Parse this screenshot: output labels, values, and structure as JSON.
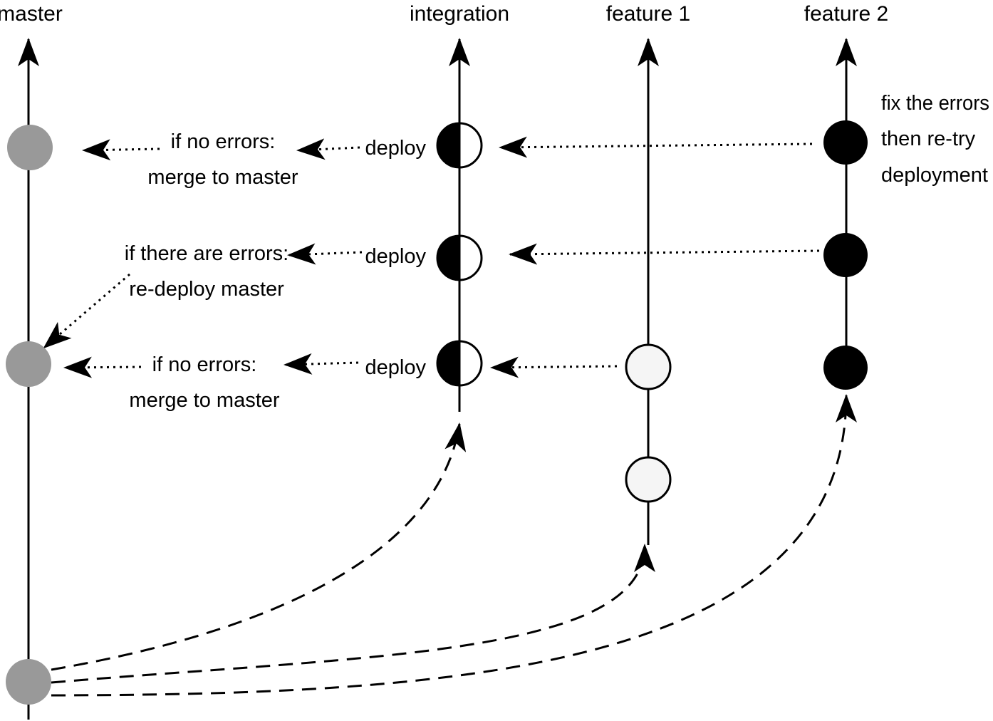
{
  "branches": {
    "master": "master",
    "integration": "integration",
    "feature1": "feature 1",
    "feature2": "feature 2"
  },
  "notes": {
    "top_merge_1": "if no errors:",
    "top_merge_2": "merge to master",
    "mid_errors_1": "if there are errors:",
    "mid_errors_2": "re-deploy master",
    "bottom_merge_1": "if no errors:",
    "bottom_merge_2": "merge to master",
    "deploy_top": "deploy",
    "deploy_mid": "deploy",
    "deploy_bottom": "deploy",
    "fix_1": "fix the errors",
    "fix_2": "then re-try",
    "fix_3": "deployment"
  },
  "colors": {
    "master_commit": "#999999",
    "feature1_commit": "#f5f5f5",
    "feature2_commit": "#000000",
    "line": "#000000"
  }
}
